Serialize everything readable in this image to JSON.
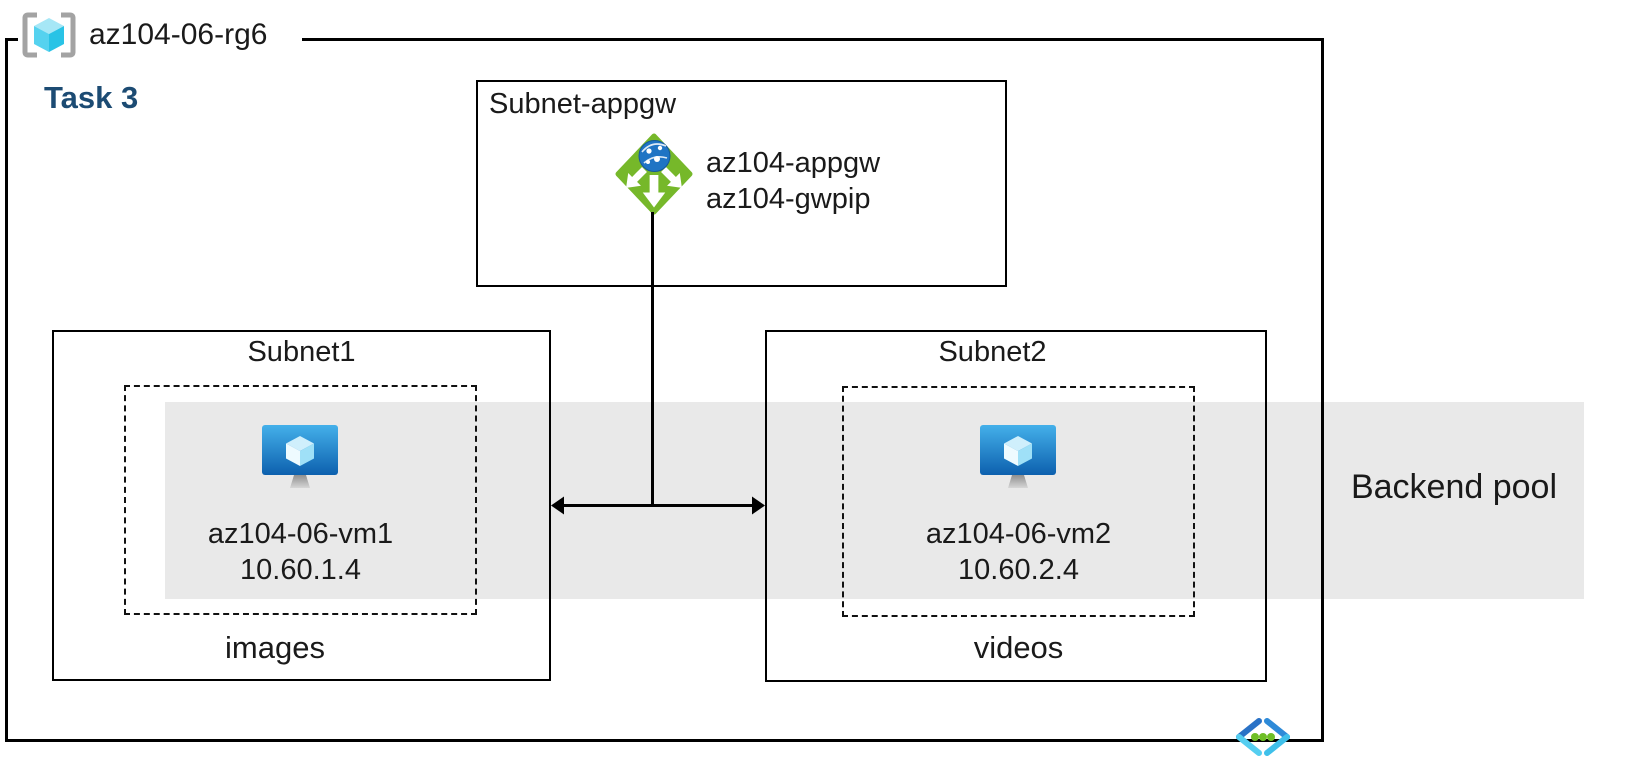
{
  "diagram": {
    "resource_group": "az104-06-rg6",
    "task": "Task 3",
    "backend_pool_label": "Backend pool",
    "appgw_subnet": {
      "title": "Subnet-appgw",
      "lines": [
        "az104-appgw",
        "az104-gwpip"
      ]
    },
    "subnets": [
      {
        "title": "Subnet1",
        "vm_name": "az104-06-vm1",
        "vm_ip": "10.60.1.4",
        "storage_label": "images"
      },
      {
        "title": "Subnet2",
        "vm_name": "az104-06-vm2",
        "vm_ip": "10.60.2.4",
        "storage_label": "videos"
      }
    ],
    "icons": [
      "resource-group-icon",
      "application-gateway-icon",
      "virtual-machine-icon",
      "virtual-network-icon"
    ],
    "colors": {
      "task_text": "#1c4b73",
      "backend_band": "#e9e9e9",
      "lines": "#000000",
      "appgw_green": "#76b82a",
      "globe_blue": "#1f74c4",
      "vm_screen_top": "#44b0ea",
      "vm_screen_bottom": "#0d60ae",
      "rg_cube_cyan": "#55d2ef",
      "bracket_gray": "#a3a3a3",
      "vnet_blue": "#2a72c6",
      "vnet_cyan": "#55cef0",
      "vnet_dot_green": "#6ebe25"
    }
  }
}
